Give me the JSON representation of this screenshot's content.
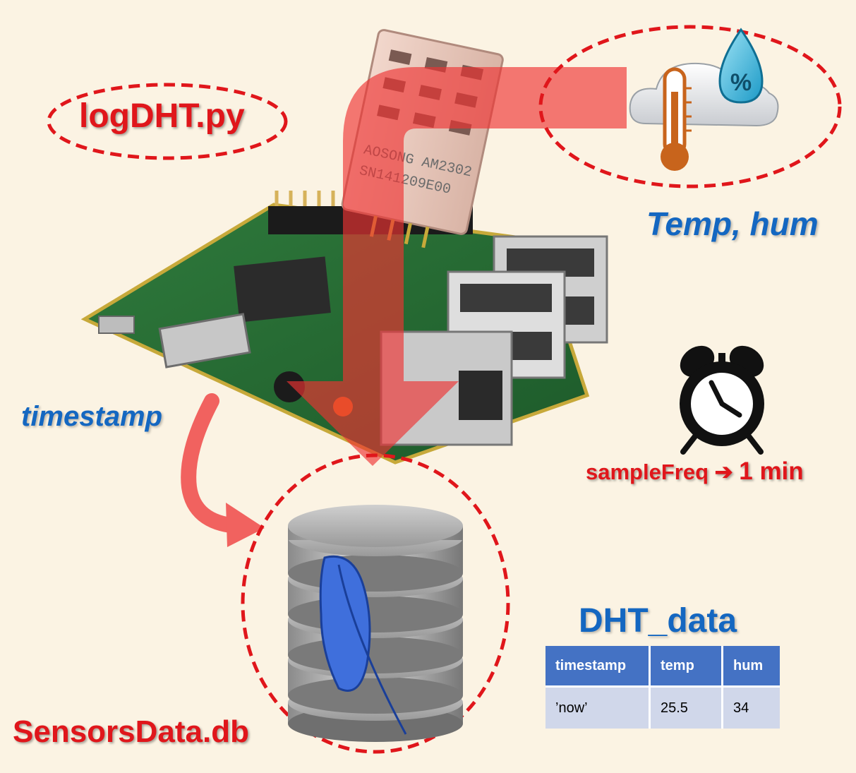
{
  "labels": {
    "script_name": "logDHT.py",
    "sensor_values": "Temp, hum",
    "timestamp": "timestamp",
    "sample_freq_key": "sampleFreq",
    "sample_freq_arrow": "➔",
    "sample_freq_value": "1 min",
    "database_name": "SensorsData.db",
    "table_title": "DHT_data"
  },
  "sensor_chip_text": [
    "AOSONG AM2302",
    "SN141209E00"
  ],
  "weather_icon_symbol": "%",
  "table": {
    "columns": [
      "timestamp",
      "temp",
      "hum"
    ],
    "rows": [
      [
        "’now’",
        "25.5",
        "34"
      ]
    ]
  },
  "icons": [
    "sensor-module-image",
    "raspberry-pi-board-image",
    "weather-icon",
    "alarm-clock-icon",
    "database-icon",
    "feather-icon"
  ],
  "colors": {
    "background": "#fbf3e3",
    "accent_red": "#e0161b",
    "accent_blue": "#1467c1",
    "table_header": "#4472c4",
    "table_cell": "#d0d7ea"
  }
}
